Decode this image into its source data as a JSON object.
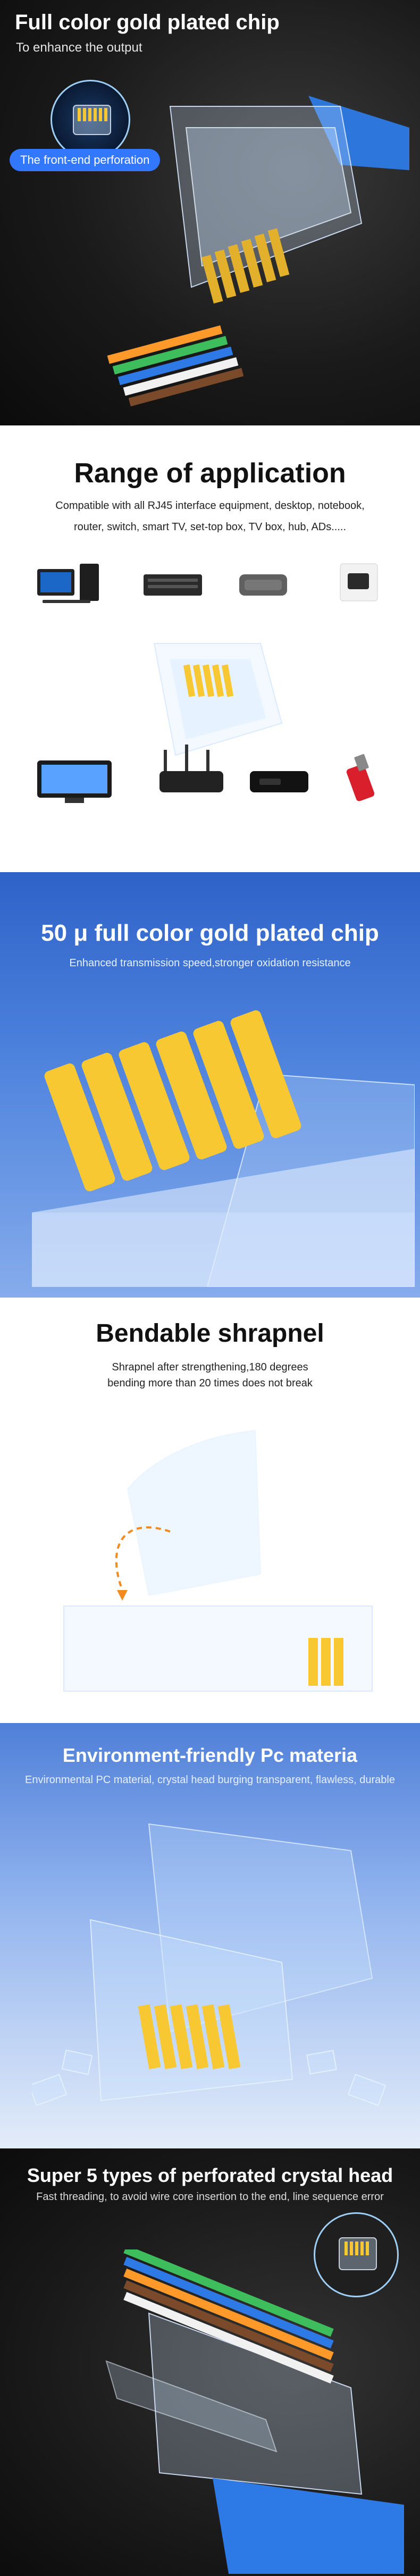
{
  "sections": {
    "s1": {
      "title": "Full color gold plated chip",
      "subtitle": "To enhance the output",
      "badge": "The front-end perforation"
    },
    "s2": {
      "title": "Range of application",
      "line1": "Compatible with all RJ45 interface equipment, desktop, notebook,",
      "line2": "router, switch, smart TV, set-top box, TV box, hub, ADs....."
    },
    "s3": {
      "title": "50 μ full color gold plated chip",
      "subtitle": "Enhanced transmission speed,stronger oxidation resistance"
    },
    "s4": {
      "title": "Bendable shrapnel",
      "line1": "Shrapnel after strengthening,180 degrees",
      "line2": "bending more than 20 times does not break"
    },
    "s5": {
      "title": "Environment-friendly Pc materia",
      "subtitle": "Environmental PC material, crystal head burging transparent, flawless, durable"
    },
    "s6": {
      "title": "Super 5 types of perforated crystal head",
      "subtitle": "Fast threading, to avoid wire core insertion to the end, line sequence error"
    }
  },
  "colors": {
    "accent_blue": "#3278ff",
    "gold": "#e2b02a",
    "section3_bg": "#2f62c7",
    "section5_bg": "#4f7fd8"
  },
  "icons": {
    "desktop": "desktop-icon",
    "server": "server-icon",
    "hub": "usb-hub-icon",
    "socket": "rj45-socket-icon",
    "tv": "tv-icon",
    "router": "router-icon",
    "settopbox": "set-top-box-icon",
    "dongle": "usb-dongle-icon"
  }
}
